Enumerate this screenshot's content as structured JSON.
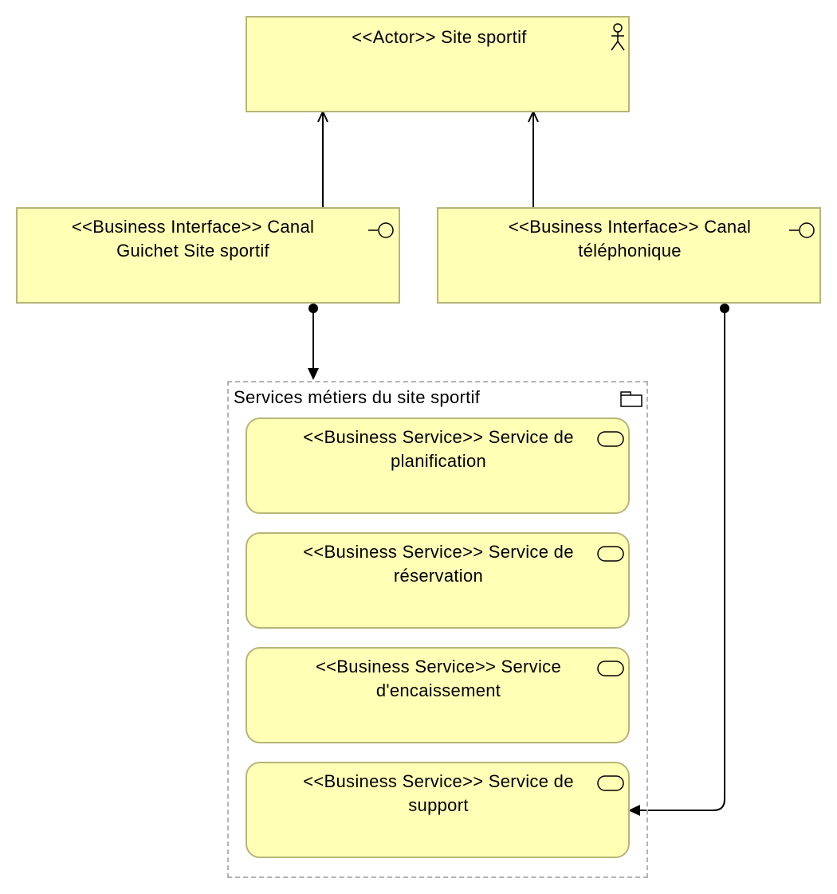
{
  "actor": {
    "title": "<<Actor>> Site sportif"
  },
  "interfaces": [
    {
      "line1": "<<Business Interface>> Canal",
      "line2": "Guichet Site sportif"
    },
    {
      "line1": "<<Business Interface>> Canal",
      "line2": "téléphonique"
    }
  ],
  "group": {
    "title": "Services métiers du site sportif"
  },
  "services": [
    {
      "line1": "<<Business Service>> Service de",
      "line2": "planification"
    },
    {
      "line1": "<<Business Service>> Service de",
      "line2": "réservation"
    },
    {
      "line1": "<<Business Service>> Service",
      "line2": "d'encaissement"
    },
    {
      "line1": "<<Business Service>> Service de",
      "line2": "support"
    }
  ],
  "colors": {
    "element_fill": "#ffffb5",
    "element_border": "#b5b578",
    "group_border": "#b3b3b3"
  }
}
